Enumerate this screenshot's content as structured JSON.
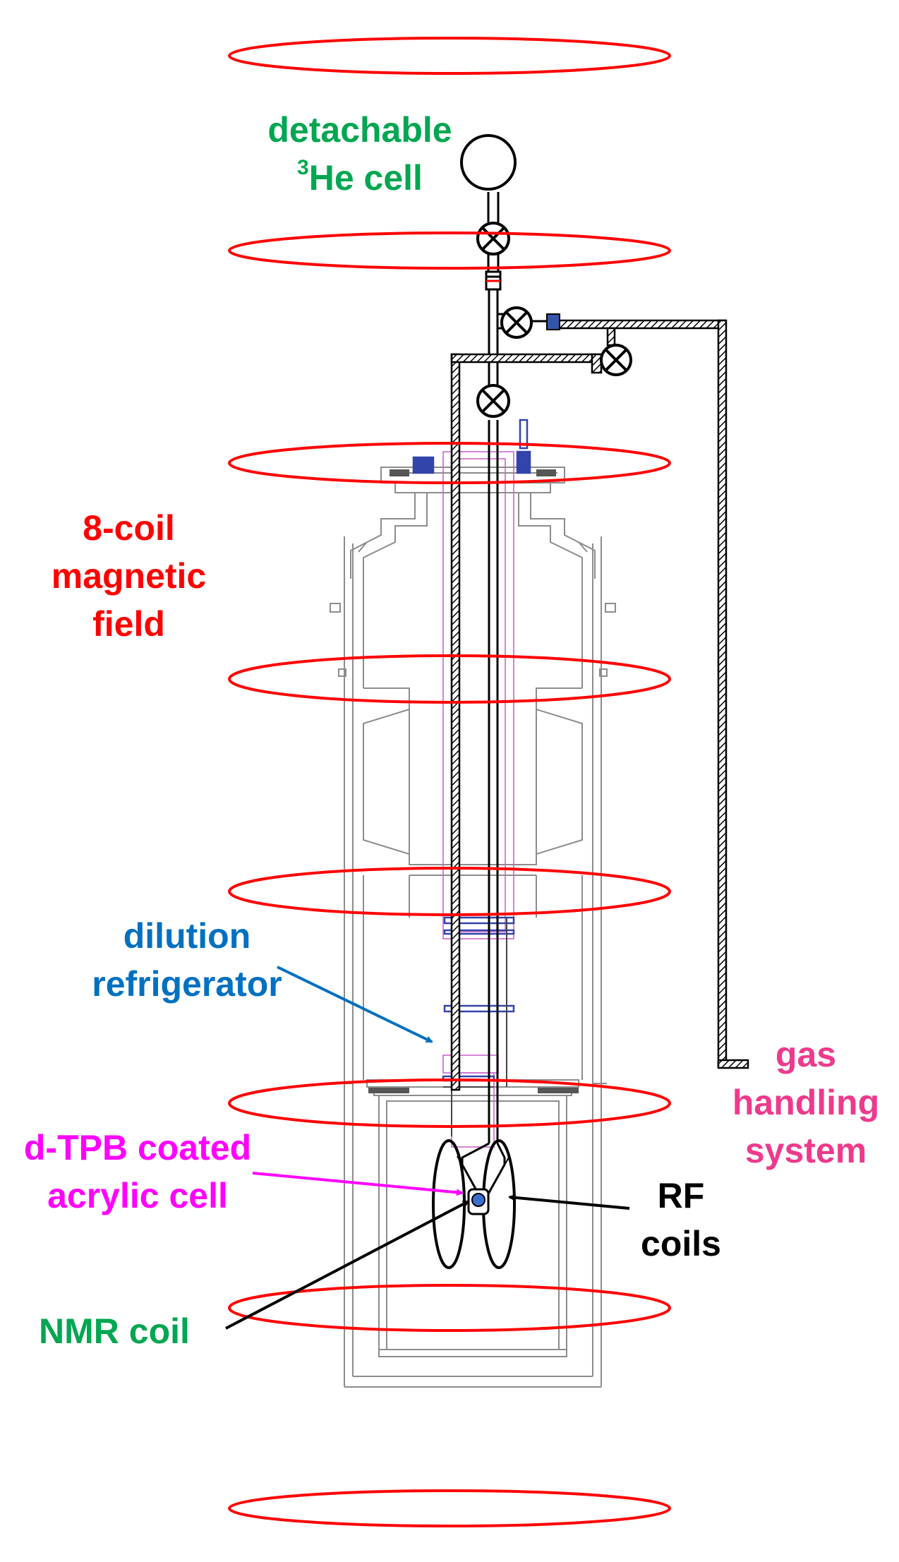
{
  "labels": {
    "detachable_cell": {
      "line1": "detachable",
      "sup": "3",
      "line2_rest": "He cell",
      "color": "#00a651"
    },
    "magnetic_field": {
      "line1": "8-coil",
      "line2": "magnetic",
      "line3": "field",
      "color": "#ff0000"
    },
    "dilution_refrigerator": {
      "line1": "dilution",
      "line2": "refrigerator",
      "color": "#0070c0"
    },
    "gas_handling": {
      "line1": "gas",
      "line2": "handling",
      "line3": "system",
      "color": "#ee3a8c"
    },
    "acrylic_cell": {
      "line1": "d-TPB coated",
      "line2": "acrylic cell",
      "color": "#ff00ff"
    },
    "rf_coils": {
      "line1": "RF",
      "line2": "coils",
      "color": "#000000"
    },
    "nmr_coil": {
      "line1": "NMR coil",
      "color": "#00a651"
    }
  },
  "coils": {
    "count": 8,
    "color": "#ff0000"
  },
  "drawing": {
    "line_color": "#8c8c8c",
    "insert_color": "#cc66cc",
    "valve_color": "#000000"
  }
}
